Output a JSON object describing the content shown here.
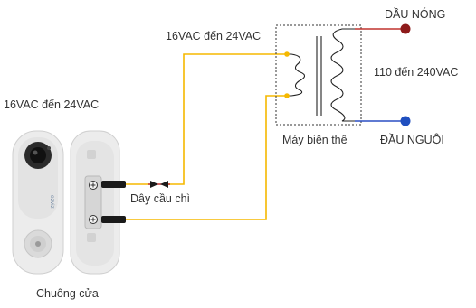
{
  "labels": {
    "voltage_top": "16VAC đến 24VAC",
    "voltage_left": "16VAC đến 24VAC",
    "hot_wire": "ĐẦU NÓNG",
    "neutral_wire": "ĐẦU NGUỘI",
    "mains_voltage": "110 đến 240VAC",
    "transformer": "Máy biến thế",
    "fuse_wire": "Dây cầu chì",
    "doorbell": "Chuông cửa"
  },
  "device": {
    "logo_text": "ezviz"
  },
  "colors": {
    "low_voltage_wire": "#f5b800",
    "hot_wire": "#c0332e",
    "neutral_wire": "#2a4fc4",
    "hot_terminal": "#8e1b1b",
    "neutral_terminal": "#1f4fbf",
    "coil": "#222222",
    "device_body": "#e9e9e9"
  }
}
